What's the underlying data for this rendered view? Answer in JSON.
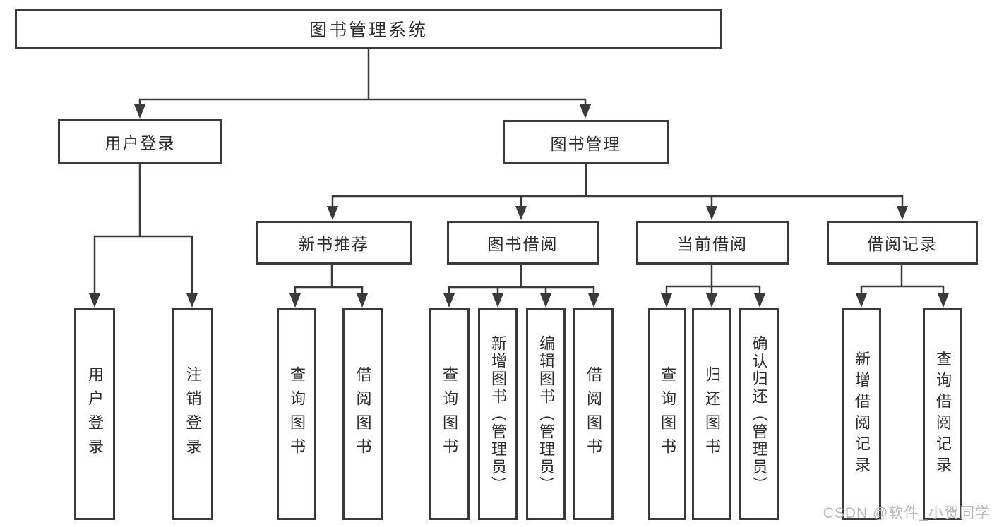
{
  "diagram": {
    "root": {
      "label": "图书管理系统"
    },
    "branches": [
      {
        "label": "用户登录"
      },
      {
        "label": "图书管理"
      }
    ],
    "sections": [
      {
        "label": "新书推荐"
      },
      {
        "label": "图书借阅"
      },
      {
        "label": "当前借阅"
      },
      {
        "label": "借阅记录"
      }
    ],
    "leaves": [
      {
        "label": "用户登录",
        "parent": "用户登录"
      },
      {
        "label": "注销登录",
        "parent": "用户登录"
      },
      {
        "label": "查询图书",
        "parent": "新书推荐"
      },
      {
        "label": "借阅图书",
        "parent": "新书推荐"
      },
      {
        "label": "查询图书",
        "parent": "图书借阅"
      },
      {
        "label": "新增图书（管理员）",
        "parent": "图书借阅"
      },
      {
        "label": "编辑图书（管理员）",
        "parent": "图书借阅"
      },
      {
        "label": "借阅图书",
        "parent": "图书借阅"
      },
      {
        "label": "查询图书",
        "parent": "当前借阅"
      },
      {
        "label": "归还图书",
        "parent": "当前借阅"
      },
      {
        "label": "确认归还（管理员）",
        "parent": "当前借阅"
      },
      {
        "label": "新增借阅记录",
        "parent": "借阅记录"
      },
      {
        "label": "查询借阅记录",
        "parent": "借阅记录"
      }
    ]
  },
  "watermark": {
    "text": "CSDN @软件_小贺同学"
  },
  "colors": {
    "line": "#3a3a3a",
    "box_border": "#3a3a3a",
    "text": "#2d2d2d",
    "watermark": "#b8b8b8",
    "background": "#ffffff"
  }
}
